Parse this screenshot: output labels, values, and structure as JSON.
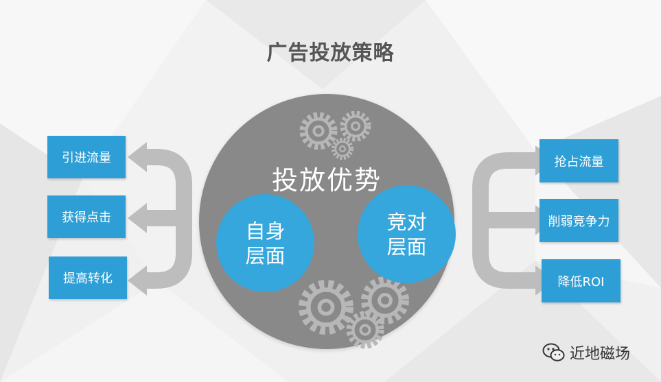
{
  "title": "广告投放策略",
  "center": {
    "title": "投放优势",
    "left_circle": {
      "line1": "自身",
      "line2": "层面"
    },
    "right_circle": {
      "line1": "竞对",
      "line2": "层面"
    }
  },
  "left_items": [
    "引进流量",
    "获得点击",
    "提高转化"
  ],
  "right_items": [
    "抢占流量",
    "削弱竞争力",
    "降低ROI"
  ],
  "watermark": {
    "text": "近地磁场",
    "icon": "wechat-icon"
  },
  "colors": {
    "box": "#2e9fd6",
    "sub_circle": "#35a7dc",
    "big_circle": "#898989",
    "arrow": "#bdbdbd",
    "gear": "#b7b7b7",
    "title": "#555555"
  }
}
